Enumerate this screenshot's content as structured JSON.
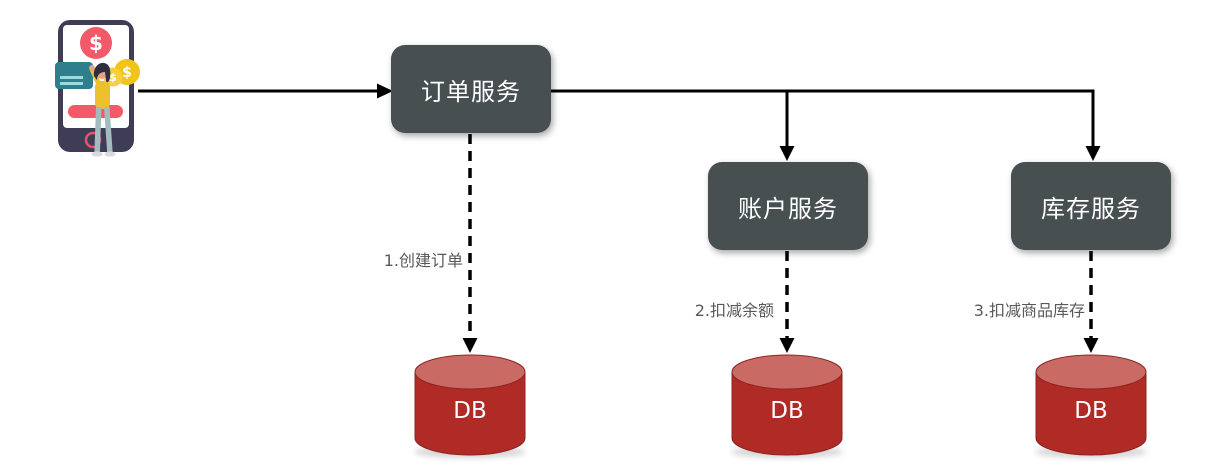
{
  "diagram": {
    "services": [
      {
        "label": "订单服务"
      },
      {
        "label": "账户服务"
      },
      {
        "label": "库存服务"
      }
    ],
    "steps": [
      {
        "label": "1.创建订单"
      },
      {
        "label": "2.扣减余额"
      },
      {
        "label": "3.扣减商品库存"
      }
    ],
    "databases": [
      {
        "label": "DB"
      },
      {
        "label": "DB"
      },
      {
        "label": "DB"
      }
    ],
    "illustration": {
      "name": "mobile-payment-illustration",
      "dollar_sign": "$"
    },
    "colors": {
      "service_box": "#474f51",
      "service_text": "#ffffff",
      "db_body": "#b02b26",
      "db_top": "#ca6a64",
      "db_text": "#ffffff",
      "arrow": "#000000",
      "step_text": "#595959",
      "phone_frame": "#3f3d56",
      "accent_red": "#f4596a",
      "card_teal": "#2e7e8c",
      "coin_yellow": "#f0c419",
      "shirt_yellow": "#ecc02e"
    }
  }
}
